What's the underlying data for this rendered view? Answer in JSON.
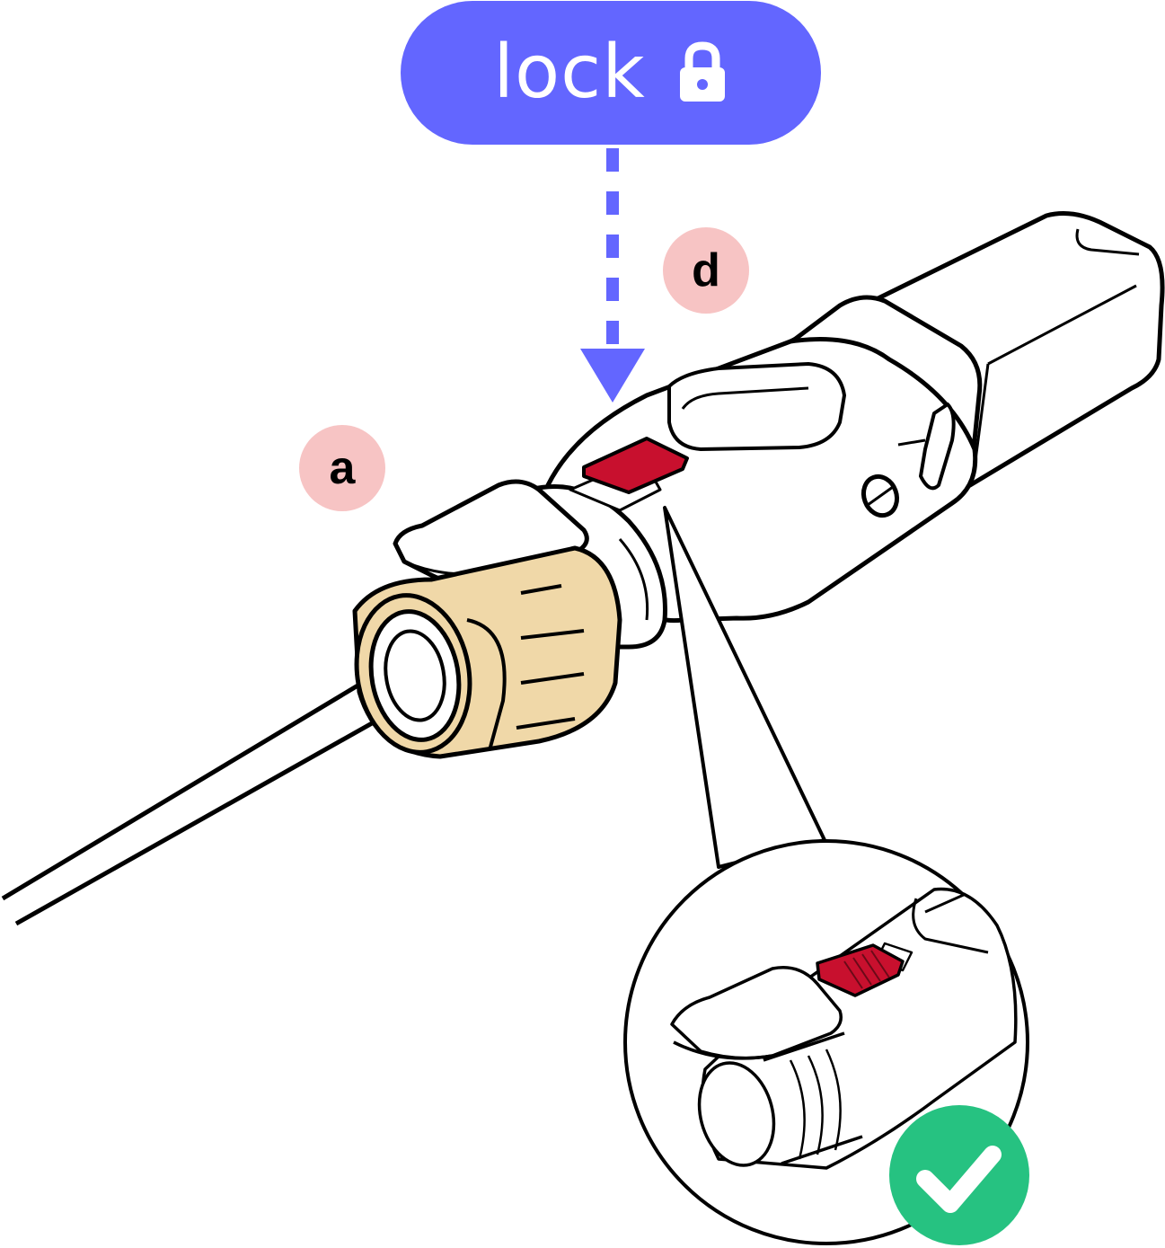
{
  "lock_label": {
    "text": "lock",
    "icon": "padlock-icon",
    "color": "#6366ff"
  },
  "markers": {
    "a": "a",
    "d": "d",
    "color": "#f7c4c4"
  },
  "arrow": {
    "style": "dashed",
    "color": "#6366ff"
  },
  "colors": {
    "nut": "#f0d8a8",
    "lock_tab": "#c8102e",
    "check": "#26c281",
    "outline": "#000000",
    "body": "#ffffff"
  },
  "status": {
    "icon": "checkmark-icon",
    "state": "locked"
  }
}
